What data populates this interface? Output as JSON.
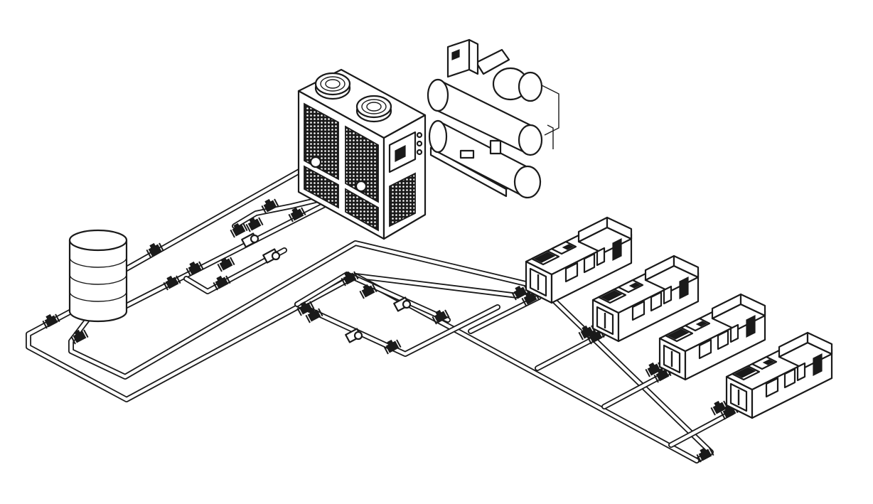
{
  "diagram": {
    "components": {
      "storage_tank": "storage-tank",
      "heat_pump_unit": "air-source-heat-pump",
      "chiller": "water-cooled-chiller",
      "indoor_units": [
        "indoor-unit-1",
        "indoor-unit-2",
        "indoor-unit-3",
        "indoor-unit-4"
      ],
      "pump_groups": [
        "primary-pump-group",
        "secondary-pump-group"
      ]
    },
    "colors": {
      "line": "#1a1a1a",
      "fill": "#ffffff"
    }
  }
}
